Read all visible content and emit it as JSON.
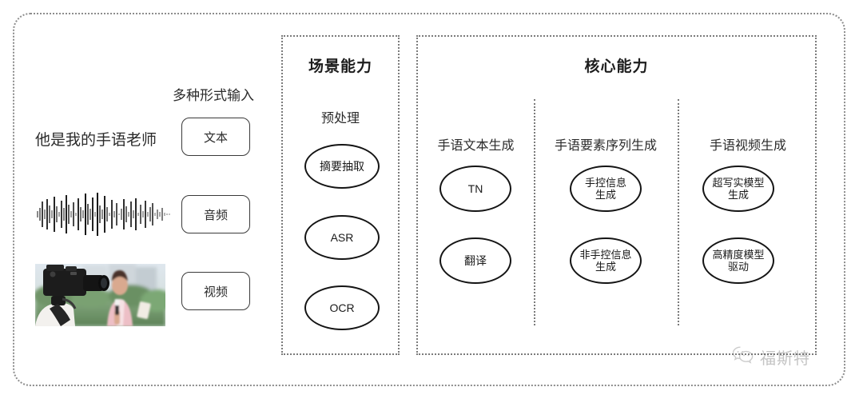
{
  "diagram": {
    "input_section": {
      "caption": "多种形式输入",
      "sample_text": "他是我的手语老师",
      "buttons": [
        {
          "label": "文本",
          "icon": "text-icon"
        },
        {
          "label": "音频",
          "icon": "audio-waveform-icon"
        },
        {
          "label": "视频",
          "icon": "video-icon"
        }
      ],
      "waveform_alt": "audio-waveform",
      "thumbnail_alt": "camera-operator-filming-reporter"
    },
    "scene_panel": {
      "title": "场景能力",
      "subheading": "预处理",
      "nodes": [
        "摘要抽取",
        "ASR",
        "OCR"
      ]
    },
    "core_panel": {
      "title": "核心能力",
      "columns": [
        {
          "heading": "手语文本生成",
          "nodes": [
            "TN",
            "翻译"
          ]
        },
        {
          "heading": "手语要素序列生成",
          "nodes": [
            "手控信息\n生成",
            "非手控信息\n生成"
          ]
        },
        {
          "heading": "手语视频生成",
          "nodes": [
            "超写实模型\n生成",
            "高精度模型\n驱动"
          ]
        }
      ]
    },
    "watermark": {
      "text": "福斯特",
      "icon": "wechat-icon"
    },
    "colors": {
      "frame": "#8d8d8d",
      "panel_border": "#7b7b7b",
      "node_border": "#141414",
      "text": "#2b2b2b",
      "background": "#ffffff"
    }
  }
}
